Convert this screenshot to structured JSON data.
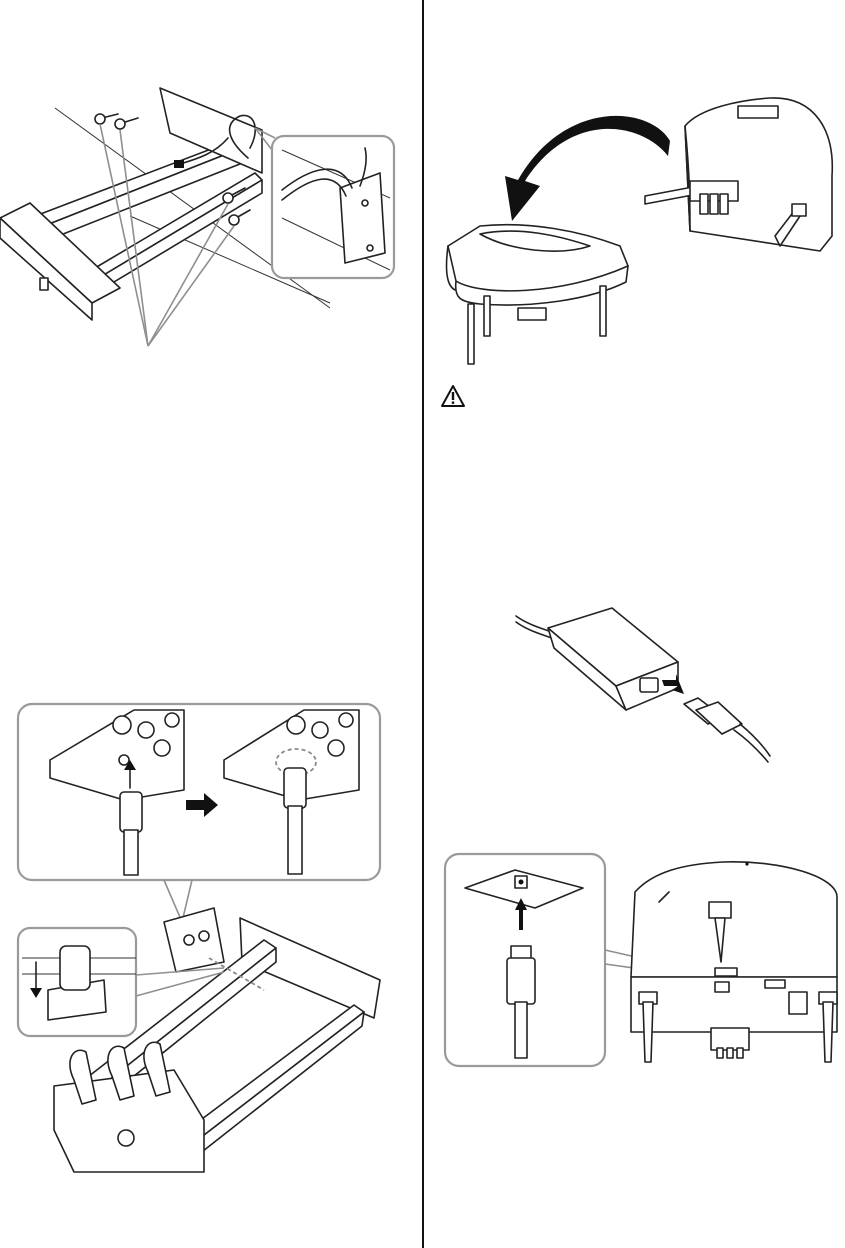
{
  "page": {
    "sections": [
      {
        "id": "left",
        "illustrations": [
          "pedal-unit-screws",
          "pedal-cord-connection"
        ]
      },
      {
        "id": "right",
        "illustrations": [
          "piano-tilt-upright",
          "ac-adaptor",
          "dc-in-connection"
        ]
      }
    ]
  },
  "icons": {
    "warning": "warning-triangle-icon",
    "arrow": "arrow-icon"
  },
  "colors": {
    "ink": "#222222",
    "callout_border": "#9a9a9a",
    "background": "#ffffff"
  }
}
